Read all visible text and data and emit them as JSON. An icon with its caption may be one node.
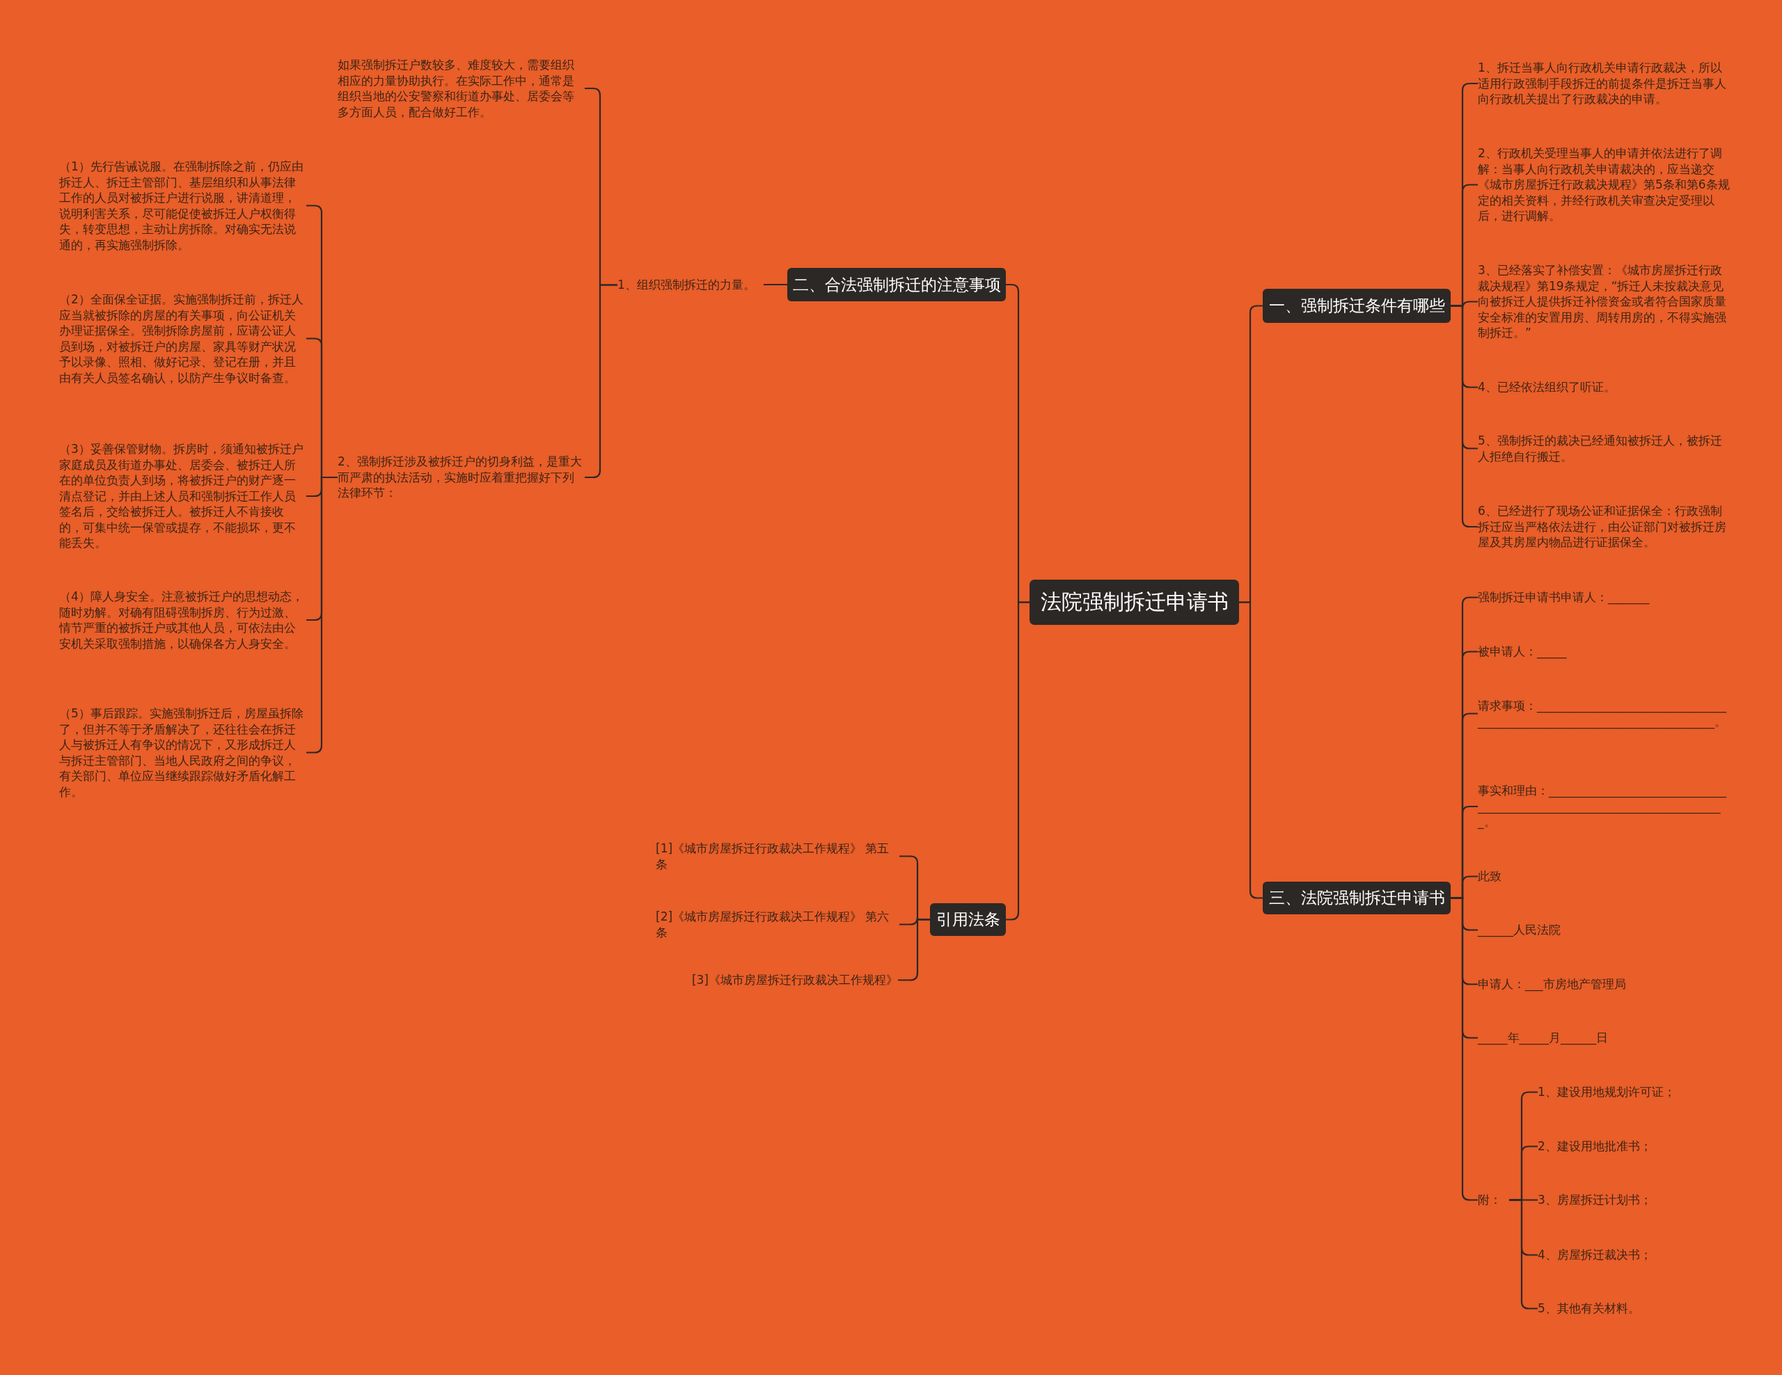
{
  "diagram": {
    "nodes": [
      {
        "text": [
          "法院强制拆迁申请书"
        ]
      },
      {
        "text": [
          "一、强制拆迁条件有哪些"
        ]
      },
      {
        "text": [
          "1、拆迁当事人向行政机关申请行政裁决，所以适用行政强制手段拆迁的前提条件是拆迁当事人向行政机关提出了行政裁决的申请。"
        ]
      },
      {
        "text": [
          "2、行政机关受理当事人的申请并依法进行了调解：当事人向行政机关申请裁决的，应当递交《城市房屋拆迁行政裁决规程》第5条和第6条规定的相关资料，并经行政机关审查决定受理以后，进行调解。"
        ]
      },
      {
        "text": [
          "3、已经落实了补偿安置：《城市房屋拆迁行政裁决规程》第19条规定，“拆迁人未按裁决意见向被拆迁人提供拆迁补偿资金或者符合国家质量安全标准的安置用房、周转用房的，不得实施强制拆迁。”"
        ]
      },
      {
        "text": [
          "4、已经依法组织了听证。"
        ]
      },
      {
        "text": [
          "5、强制拆迁的裁决已经通知被拆迁人，被拆迁人拒绝自行搬迁。"
        ]
      },
      {
        "text": [
          "6、已经进行了现场公证和证据保全：行政强制拆迁应当严格依法进行，由公证部门对被拆迁房屋及其房屋内物品进行证据保全。"
        ]
      },
      {
        "text": [
          "二、合法强制拆迁的注意事项"
        ]
      },
      {
        "text": [
          "1、组织强制拆迁的力量。"
        ]
      },
      {
        "text": [
          "如果强制拆迁户数较多、难度较大，需要组织相应的力量协助执行。在实际工作中，通常是组织当地的公安警察和街道办事处、居委会等多方面人员，配合做好工作。"
        ]
      },
      {
        "text": [
          "2、强制拆迁涉及被拆迁户的切身利益，是重大而严肃的执法活动，实施时应着重把握好下列法律环节："
        ]
      },
      {
        "text": [
          "（1）先行告诫说服。在强制拆除之前，仍应由拆迁人、拆迁主管部门、基层组织和从事法律工作的人员对被拆迁户进行说服，讲清道理，说明利害关系，尽可能促使被拆迁人户权衡得失，转变思想，主动让房拆除。对确实无法说通的，再实施强制拆除。"
        ]
      },
      {
        "text": [
          "（2）全面保全证据。实施强制拆迁前，拆迁人应当就被拆除的房屋的有关事项，向公证机关办理证据保全。强制拆除房屋前，应请公证人员到场，对被拆迁户的房屋、家具等财产状况予以录像、照相、做好记录、登记在册，并且由有关人员签名确认，以防产生争议时备查。"
        ]
      },
      {
        "text": [
          "（3）妥善保管财物。拆房时，须通知被拆迁户家庭成员及街道办事处、居委会、被拆迁人所在的单位负责人到场，将被拆迁户的财产逐一清点登记，并由上述人员和强制拆迁工作人员签名后，交给被拆迁人。被拆迁人不肯接收的，可集中统一保管或提存，不能损坏，更不能丢失。"
        ]
      },
      {
        "text": [
          "（4）障人身安全。注意被拆迁户的思想动态，随时劝解。对确有阻碍强制拆房、行为过激、情节严重的被拆迁户或其他人员，可依法由公安机关采取强制措施，以确保各方人身安全。"
        ]
      },
      {
        "text": [
          "（5）事后跟踪。实施强制拆迁后，房屋虽拆除了，但并不等于矛盾解决了，还往往会在拆迁人与被拆迁人有争议的情况下，又形成拆迁人与拆迁主管部门、当地人民政府之间的争议，有关部门、单位应当继续跟踪做好矛盾化解工作。"
        ]
      },
      {
        "text": [
          "三、法院强制拆迁申请书"
        ]
      },
      {
        "text": [
          "强制拆迁申请书申请人：_______"
        ]
      },
      {
        "text": [
          "被申请人：_____"
        ]
      },
      {
        "text": [
          "请求事项：________________________________________________________________________。"
        ]
      },
      {
        "text": [
          "事实和理由：________________________________________________________________________。"
        ]
      },
      {
        "text": [
          "此致"
        ]
      },
      {
        "text": [
          "______人民法院"
        ]
      },
      {
        "text": [
          "申请人：___市房地产管理局"
        ]
      },
      {
        "text": [
          "_____年_____月______日"
        ]
      },
      {
        "text": [
          "附："
        ]
      },
      {
        "text": [
          "1、建设用地规划许可证；"
        ]
      },
      {
        "text": [
          "2、建设用地批准书；"
        ]
      },
      {
        "text": [
          "3、房屋拆迁计划书；"
        ]
      },
      {
        "text": [
          "4、房屋拆迁裁决书；"
        ]
      },
      {
        "text": [
          "5、其他有关材料。"
        ]
      },
      {
        "text": [
          "引用法条"
        ]
      },
      {
        "text": [
          "[1]《城市房屋拆迁行政裁决工作规程》 第五条"
        ]
      },
      {
        "text": [
          "[2]《城市房屋拆迁行政裁决工作规程》 第六条"
        ]
      },
      {
        "text": [
          "[3]《城市房屋拆迁行政裁决工作规程》"
        ]
      }
    ],
    "edges": [
      {
        "from": 0,
        "to": 1,
        "arrow": "none"
      },
      {
        "from": 1,
        "to": 2,
        "arrow": "none"
      },
      {
        "from": 1,
        "to": 3,
        "arrow": "none"
      },
      {
        "from": 1,
        "to": 4,
        "arrow": "none"
      },
      {
        "from": 1,
        "to": 5,
        "arrow": "none"
      },
      {
        "from": 1,
        "to": 6,
        "arrow": "none"
      },
      {
        "from": 1,
        "to": 7,
        "arrow": "none"
      },
      {
        "from": 0,
        "to": 8,
        "arrow": "none"
      },
      {
        "from": 8,
        "to": 9,
        "arrow": "none"
      },
      {
        "from": 9,
        "to": 10,
        "arrow": "none"
      },
      {
        "from": 9,
        "to": 11,
        "arrow": "none"
      },
      {
        "from": 11,
        "to": 12,
        "arrow": "none"
      },
      {
        "from": 11,
        "to": 13,
        "arrow": "none"
      },
      {
        "from": 11,
        "to": 14,
        "arrow": "none"
      },
      {
        "from": 11,
        "to": 15,
        "arrow": "none"
      },
      {
        "from": 11,
        "to": 16,
        "arrow": "none"
      },
      {
        "from": 0,
        "to": 17,
        "arrow": "none"
      },
      {
        "from": 17,
        "to": 18,
        "arrow": "none"
      },
      {
        "from": 17,
        "to": 19,
        "arrow": "none"
      },
      {
        "from": 17,
        "to": 20,
        "arrow": "none"
      },
      {
        "from": 17,
        "to": 21,
        "arrow": "none"
      },
      {
        "from": 17,
        "to": 22,
        "arrow": "none"
      },
      {
        "from": 17,
        "to": 23,
        "arrow": "none"
      },
      {
        "from": 17,
        "to": 24,
        "arrow": "none"
      },
      {
        "from": 17,
        "to": 25,
        "arrow": "none"
      },
      {
        "from": 17,
        "to": 26,
        "arrow": "none"
      },
      {
        "from": 26,
        "to": 27,
        "arrow": "none"
      },
      {
        "from": 26,
        "to": 28,
        "arrow": "none"
      },
      {
        "from": 26,
        "to": 29,
        "arrow": "none"
      },
      {
        "from": 26,
        "to": 30,
        "arrow": "none"
      },
      {
        "from": 26,
        "to": 31,
        "arrow": "none"
      },
      {
        "from": 0,
        "to": 32,
        "arrow": "none"
      },
      {
        "from": 32,
        "to": 33,
        "arrow": "none"
      },
      {
        "from": 32,
        "to": 34,
        "arrow": "none"
      },
      {
        "from": 32,
        "to": 35,
        "arrow": "none"
      }
    ]
  }
}
